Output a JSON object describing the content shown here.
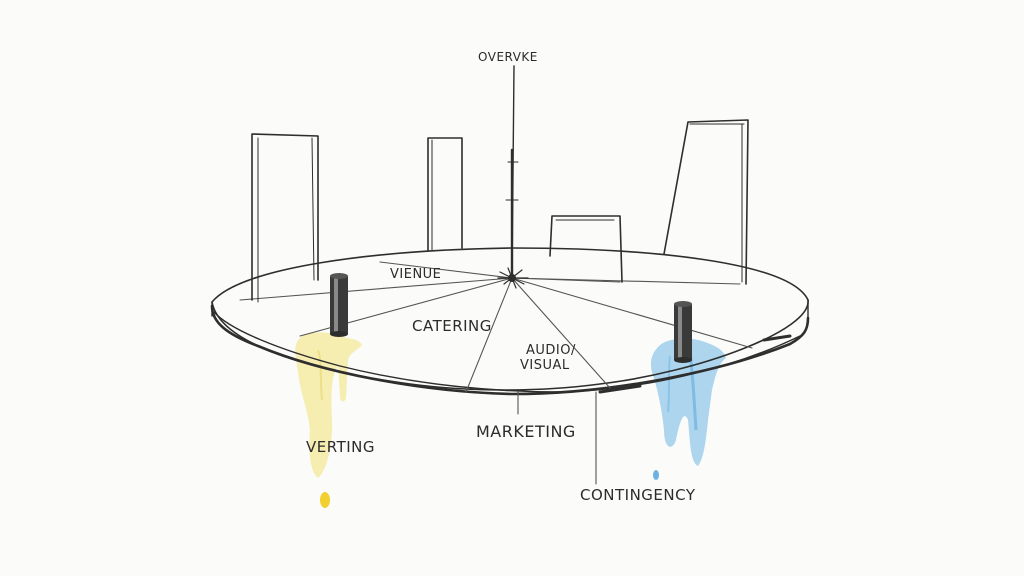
{
  "labels": {
    "top": "OVERVKE",
    "venue": "VIENUE",
    "catering": "CATERING",
    "audio_line1": "AUDIO/",
    "audio_line2": "VISUAL",
    "marketing": "MARKETING",
    "verting": "VERTING",
    "contingency": "CONTINGENCY"
  },
  "colors": {
    "ink": "#2e2e2e",
    "paper": "#fbfbf9",
    "yellow_wash": "#f2e58a",
    "yellow_drop": "#f0cf2e",
    "blue_wash": "#8cc4ea",
    "blue_deep": "#5aa8de"
  }
}
